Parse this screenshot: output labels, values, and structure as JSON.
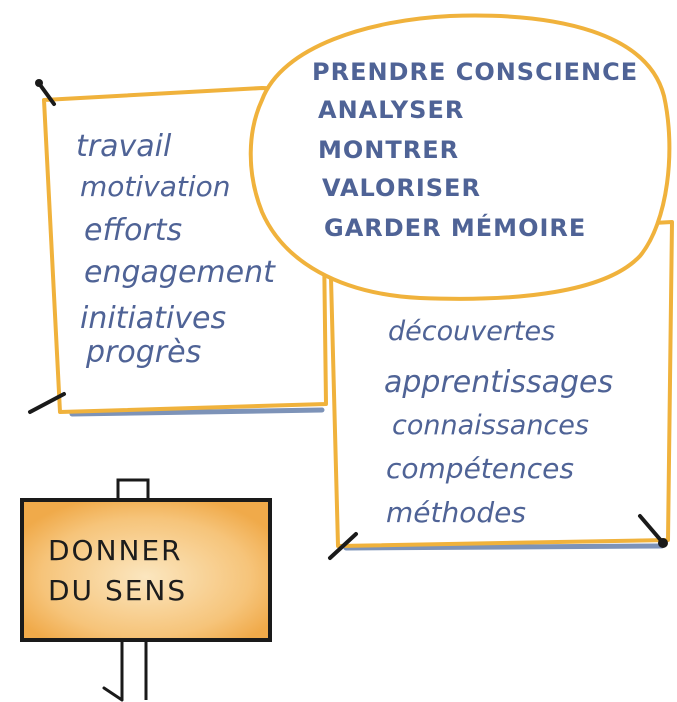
{
  "left_card": {
    "items": [
      "travail",
      "motivation",
      "efforts",
      "engagement",
      "initiatives",
      "progrès"
    ]
  },
  "bubble": {
    "items": [
      "PRENDRE CONSCIENCE",
      "ANALYSER",
      "MONTRER",
      "VALORISER",
      "GARDER MÉMOIRE"
    ]
  },
  "right_card": {
    "items": [
      "découvertes",
      "apprentissages",
      "connaissances",
      "compétences",
      "méthodes"
    ]
  },
  "sign": {
    "line1": "DONNER",
    "line2": "DU SENS"
  },
  "colors": {
    "card_border": "#f0b23c",
    "text_blue": "#4f6396",
    "card_shadow": "#7d93b8",
    "sign_fill": "#f7c77f",
    "pin": "#1a1a1a"
  }
}
